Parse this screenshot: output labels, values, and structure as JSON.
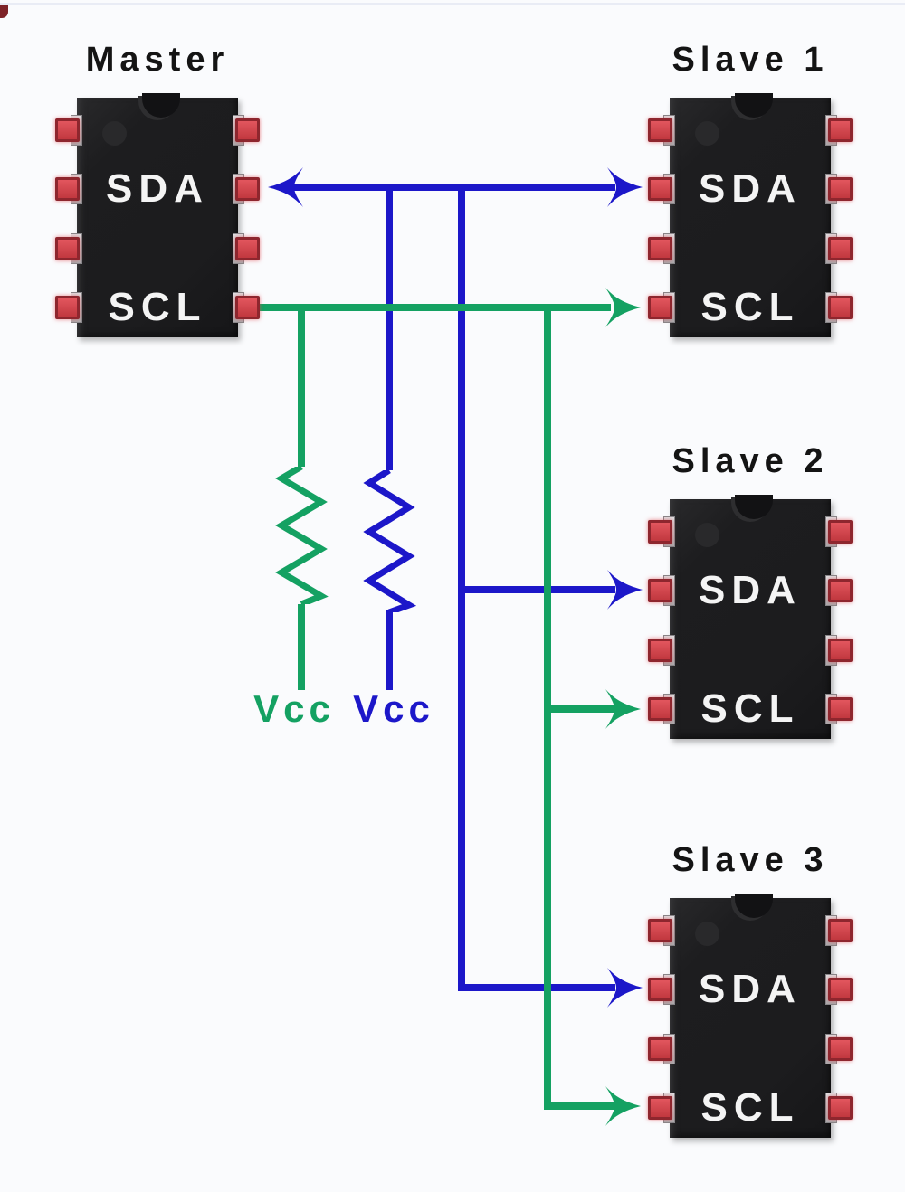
{
  "colors": {
    "sda-blue": "#1c17c9",
    "scl-green": "#14a162",
    "pin-red-dark": "#8e262e",
    "pin-text": "#f4f4f4",
    "text-dark": "#141414",
    "background": "#fafbfd"
  },
  "chips": [
    {
      "title": "Master",
      "sda_label": "SDA",
      "scl_label": "SCL"
    },
    {
      "title": "Slave 1",
      "sda_label": "SDA",
      "scl_label": "SCL"
    },
    {
      "title": "Slave 2",
      "sda_label": "SDA",
      "scl_label": "SCL"
    },
    {
      "title": "Slave 3",
      "sda_label": "SDA",
      "scl_label": "SCL"
    }
  ],
  "power_labels": {
    "scl_pullup": "Vcc",
    "sda_pullup": "Vcc"
  }
}
